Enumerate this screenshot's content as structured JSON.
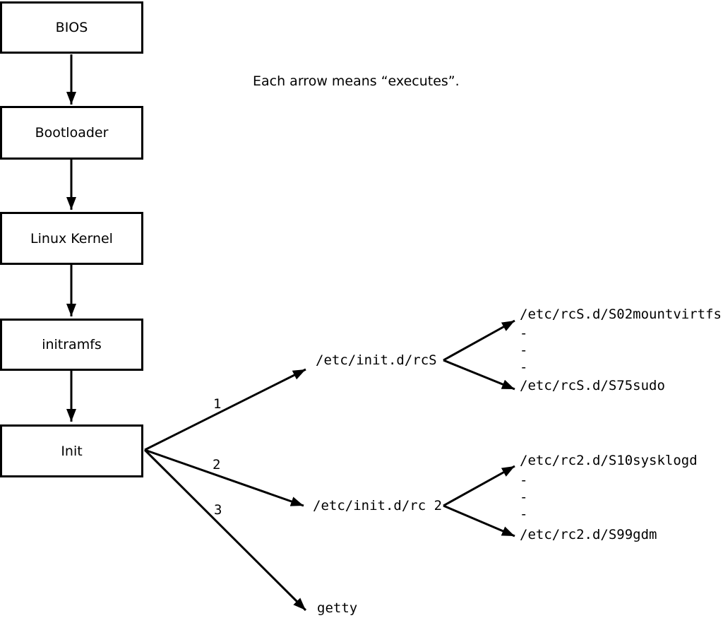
{
  "note": "Each arrow means “executes”.",
  "boxes": [
    {
      "id": "bios",
      "label": "BIOS"
    },
    {
      "id": "bootloader",
      "label": "Bootloader"
    },
    {
      "id": "linux-kernel",
      "label": "Linux Kernel"
    },
    {
      "id": "initramfs",
      "label": "initramfs"
    },
    {
      "id": "init",
      "label": "Init"
    }
  ],
  "branches": [
    {
      "order": "1",
      "target": "/etc/init.d/rcS",
      "children": [
        "/etc/rcS.d/S02mountvirtfs",
        "-",
        "-",
        "-",
        "/etc/rcS.d/S75sudo"
      ]
    },
    {
      "order": "2",
      "target": "/etc/init.d/rc 2",
      "children": [
        "/etc/rc2.d/S10sysklogd",
        "-",
        "-",
        "-",
        "/etc/rc2.d/S99gdm"
      ]
    },
    {
      "order": "3",
      "target": "getty",
      "children": []
    }
  ],
  "colors": {
    "ink": "#000000",
    "background": "#ffffff",
    "box_fill": "#ffffff"
  }
}
